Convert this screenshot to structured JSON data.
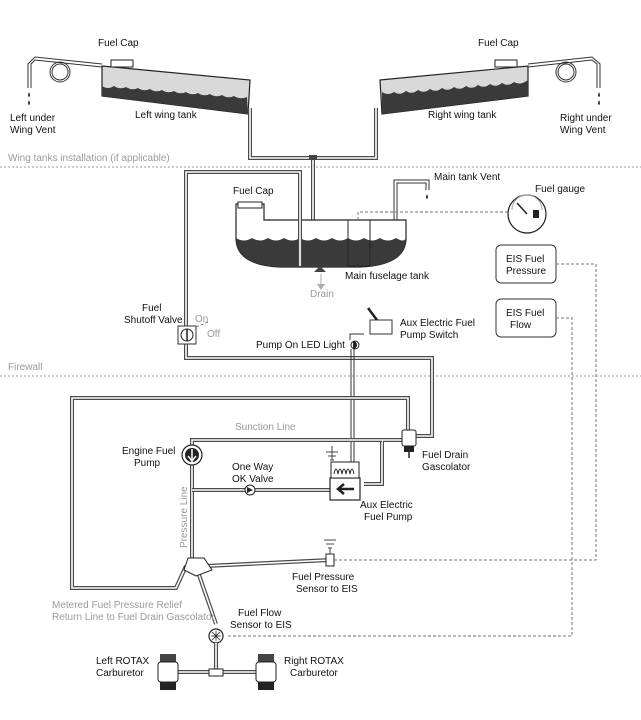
{
  "sections": {
    "wing_tanks": "Wing tanks installation (if applicable)",
    "firewall": "Firewall"
  },
  "labels": {
    "fuel_cap_left": "Fuel Cap",
    "fuel_cap_right": "Fuel Cap",
    "fuel_cap_main": "Fuel Cap",
    "left_vent": [
      "Left under",
      "Wing Vent"
    ],
    "right_vent": [
      "Right under",
      "Wing Vent"
    ],
    "left_wing_tank": "Left wing tank",
    "right_wing_tank": "Right wing tank",
    "main_tank_vent": "Main tank Vent",
    "fuel_gauge": "Fuel gauge",
    "main_fuselage_tank": "Main fuselage tank",
    "drain": "Drain",
    "eis_fuel_pressure": [
      "EIS Fuel",
      "Pressure"
    ],
    "eis_fuel_flow": [
      "EIS Fuel",
      "Flow"
    ],
    "fuel_shutoff_valve": [
      "Fuel",
      "Shutoff Valve"
    ],
    "valve_on": "On",
    "valve_off": "Off",
    "aux_pump_switch": [
      "Aux Electric Fuel",
      "Pump Switch"
    ],
    "pump_on_led": "Pump On LED Light",
    "suction_line": "Sunction Line",
    "engine_fuel_pump": [
      "Engine Fuel",
      "Pump"
    ],
    "one_way_valve": [
      "One Way",
      "OK Valve"
    ],
    "fuel_drain_gascolator": [
      "Fuel Drain",
      "Gascolator"
    ],
    "aux_electric_pump": [
      "Aux Electric",
      "Fuel Pump"
    ],
    "pressure_line": "Pressure Line",
    "fuel_pressure_sensor": [
      "Fuel Pressure",
      "Sensor to EIS"
    ],
    "return_line": [
      "Metered Fuel Pressure Relief",
      "Return Line to Fuel Drain Gascolator"
    ],
    "fuel_flow_sensor": [
      "Fuel Flow",
      "Sensor to EIS"
    ],
    "left_carb": [
      "Left ROTAX",
      "Carburetor"
    ],
    "right_carb": [
      "Right ROTAX",
      "Carburetor"
    ]
  }
}
